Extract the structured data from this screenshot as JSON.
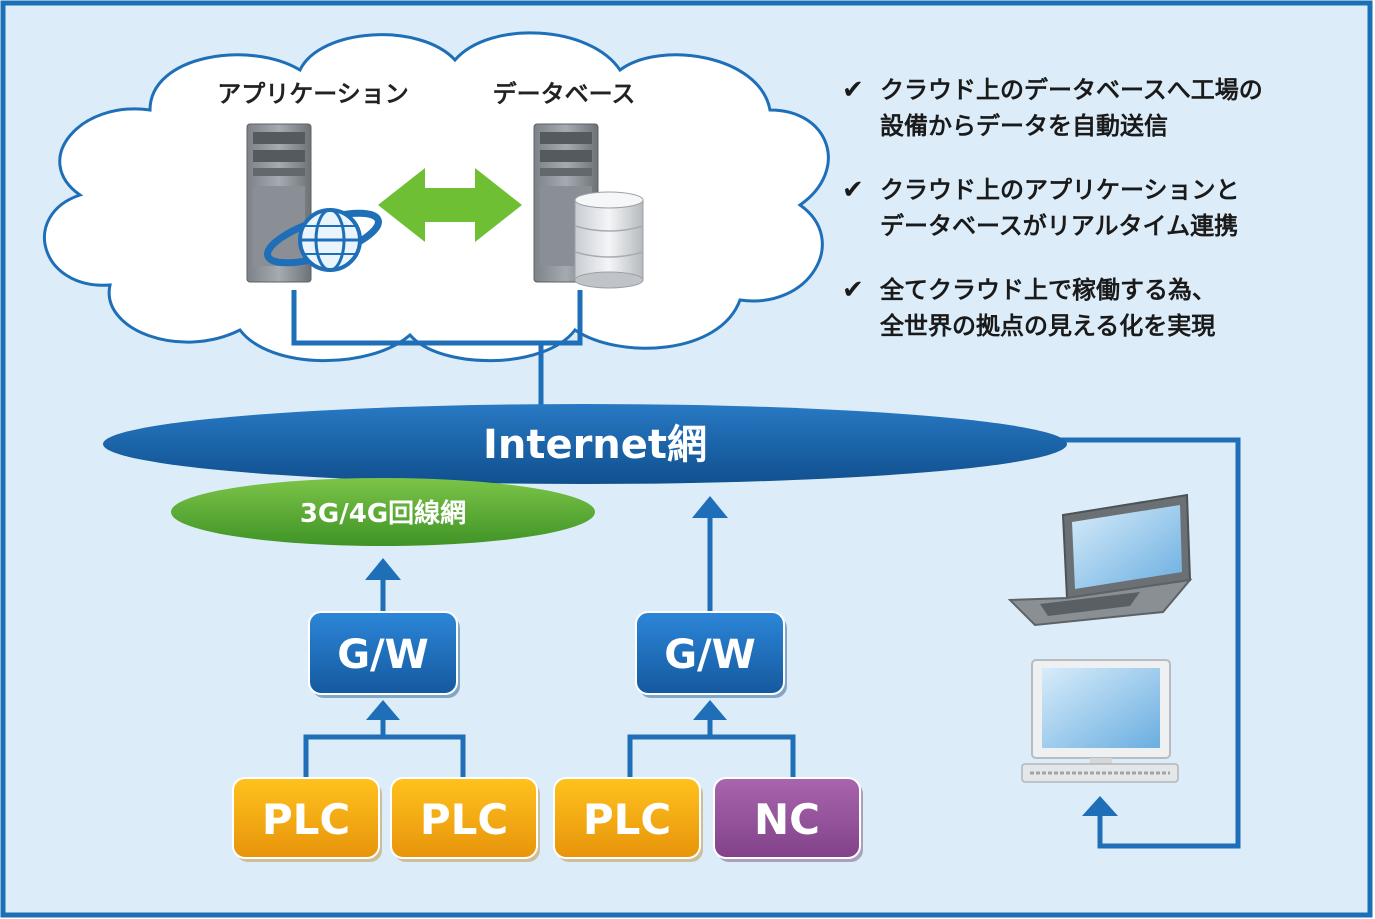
{
  "cloud": {
    "application_label": "アプリケーション",
    "database_label": "データベース"
  },
  "features": [
    {
      "check": "✔",
      "lines": [
        "クラウド上のデータベースへ工場の",
        "設備からデータを自動送信"
      ]
    },
    {
      "check": "✔",
      "lines": [
        "クラウド上のアプリケーションと",
        "データベースがリアルタイム連携"
      ]
    },
    {
      "check": "✔",
      "lines": [
        "全てクラウド上で稼働する為、",
        "全世界の拠点の見える化を実現"
      ]
    }
  ],
  "networks": {
    "internet": "Internet網",
    "mobile": "3G/4G回線網"
  },
  "gateways": [
    "G/W",
    "G/W"
  ],
  "devices": [
    "PLC",
    "PLC",
    "PLC",
    "NC"
  ],
  "colors": {
    "frame": "#1b6fb5",
    "background": "#dcedf9",
    "line": "#1e6fb8",
    "internet": "#1a68b2",
    "mobile": "#58ad34",
    "gateway": "#1f71bf",
    "plc": "#f2a70e",
    "nc": "#95529b",
    "arrow_db": "#6fbf35"
  }
}
